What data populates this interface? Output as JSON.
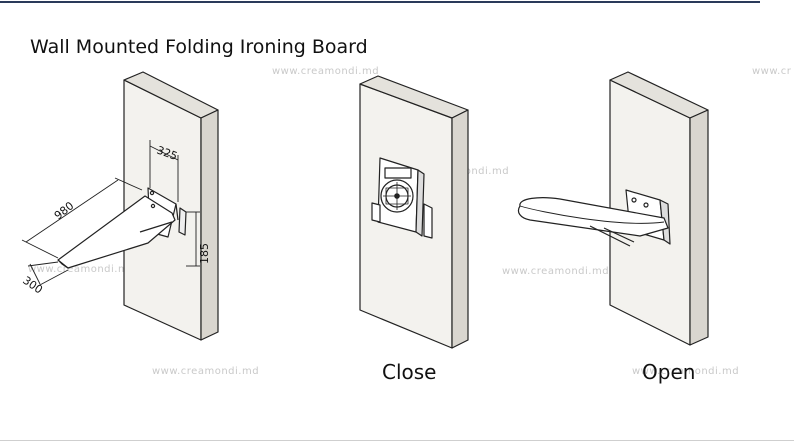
{
  "title": "Wall Mounted Folding Ironing Board",
  "captions": {
    "close": "Close",
    "open": "Open"
  },
  "dimensions": {
    "width": "325",
    "length": "980",
    "depth": "300",
    "height": "185"
  },
  "watermark": "www.creamondi.md",
  "watermark_partial": "www.cr",
  "colors": {
    "rule": "#2a3a5a",
    "line": "#222222",
    "panel": "#f0eeea",
    "watermark": "#c9c9c9"
  }
}
